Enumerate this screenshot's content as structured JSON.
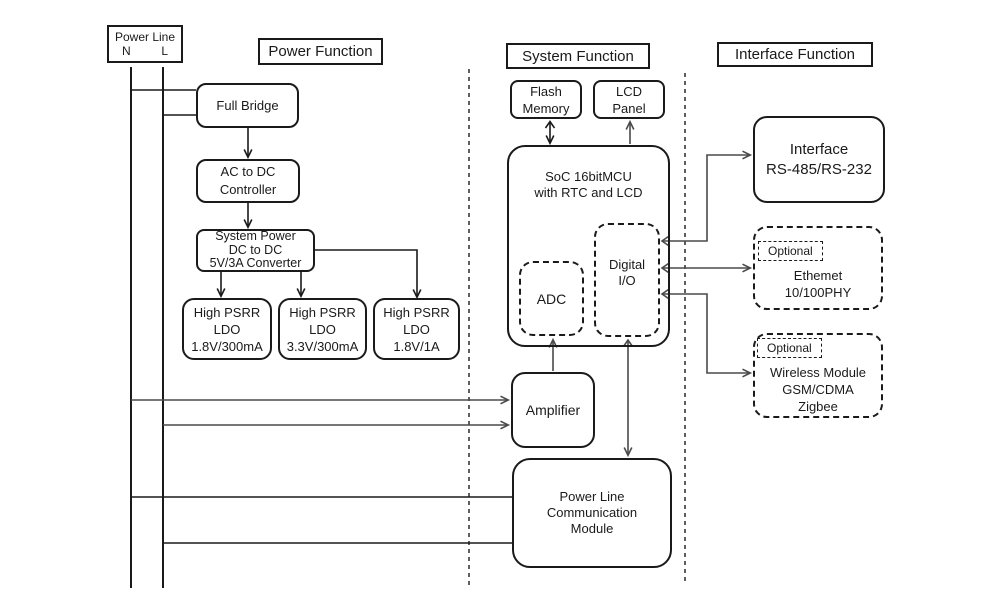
{
  "diagram": {
    "power_line": {
      "title": "Power Line",
      "n": "N",
      "l": "L"
    },
    "sections": {
      "power": "Power Function",
      "system": "System Function",
      "interface": "Interface Function"
    },
    "blocks": {
      "full_bridge": {
        "lines": [
          "Full Bridge"
        ]
      },
      "ac_dc_controller": {
        "lines": [
          "AC to DC",
          "Controller"
        ]
      },
      "system_power": {
        "lines": [
          "System Power",
          "DC to DC",
          "5V/3A Converter"
        ]
      },
      "ldo_1v8_300ma": {
        "lines": [
          "High PSRR",
          "LDO",
          "1.8V/300mA"
        ]
      },
      "ldo_3v3_300ma": {
        "lines": [
          "High PSRR",
          "LDO",
          "3.3V/300mA"
        ]
      },
      "ldo_1v8_1a": {
        "lines": [
          "High PSRR",
          "LDO",
          "1.8V/1A"
        ]
      },
      "flash_memory": {
        "lines": [
          "Flash",
          "Memory"
        ]
      },
      "lcd_panel": {
        "lines": [
          "LCD",
          "Panel"
        ]
      },
      "soc": {
        "lines": [
          "SoC 16bitMCU",
          "with RTC and LCD"
        ]
      },
      "adc": {
        "lines": [
          "ADC"
        ]
      },
      "digital_io": {
        "lines": [
          "Digital",
          "I/O"
        ]
      },
      "amplifier": {
        "lines": [
          "Amplifier"
        ]
      },
      "plc_module": {
        "lines": [
          "Power Line",
          "Communication",
          "Module"
        ]
      },
      "interface_rs": {
        "lines": [
          "Interface",
          "RS-485/RS-232"
        ]
      },
      "ethernet": {
        "optional_label": "Optional",
        "lines": [
          "Ethemet",
          "10/100PHY"
        ]
      },
      "wireless": {
        "optional_label": "Optional",
        "lines": [
          "Wireless Module",
          "GSM/CDMA",
          "Zigbee"
        ]
      }
    },
    "colors": {
      "stroke": "#1a1a1a",
      "arrow": "#4a4a4a",
      "background": "#ffffff"
    }
  }
}
